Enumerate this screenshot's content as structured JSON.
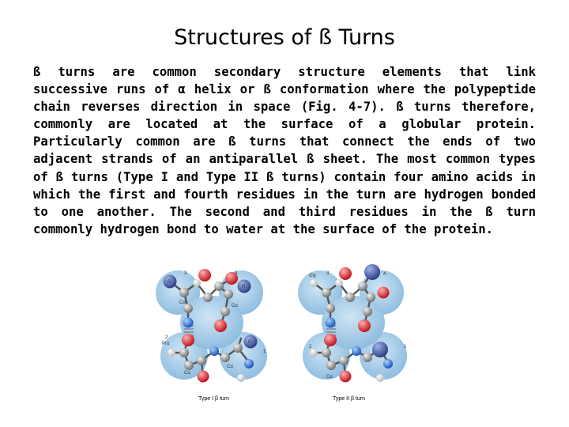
{
  "slide": {
    "title": "Structures of ß Turns",
    "body": "ß turns are common secondary structure elements that link successive runs of α helix or ß conformation where the polypeptide chain reverses direction in space (Fig. 4-7). ß turns therefore, commonly are located at the surface of a globular protein. Particularly common are ß turns that connect the ends of two adjacent strands of an antiparallel ß sheet. The most common types of ß turns (Type I and Type II ß turns) contain four amino acids in which the first and fourth residues in the turn are hydrogen bonded to one another. The second and third residues in the ß turn commonly hydrogen bond to water at the surface of the protein."
  },
  "figure": {
    "panel_left": {
      "caption": "Type I β turn",
      "labels": {
        "r1": "R",
        "r2": "R",
        "r3": "R",
        "n3": "3",
        "n4": "4",
        "n2": "2",
        "n1": "1",
        "pro": "Pro",
        "ca1": "Cα",
        "ca2": "Cα",
        "ca3": "Cα",
        "ca4": "Cα"
      }
    },
    "panel_right": {
      "caption": "Type II β turn",
      "labels": {
        "gly": "Gly",
        "n3": "3",
        "n4": "4",
        "n2": "2",
        "n1": "1",
        "ca": "Cα"
      }
    },
    "colors": {
      "background_disc": "#a9cde8",
      "carbon": "#9a9a9a",
      "oxygen": "#e8343a",
      "nitrogen": "#2f6fd1",
      "hydrogen": "#e9e9e9",
      "side_chain": "#4a63a8"
    }
  }
}
